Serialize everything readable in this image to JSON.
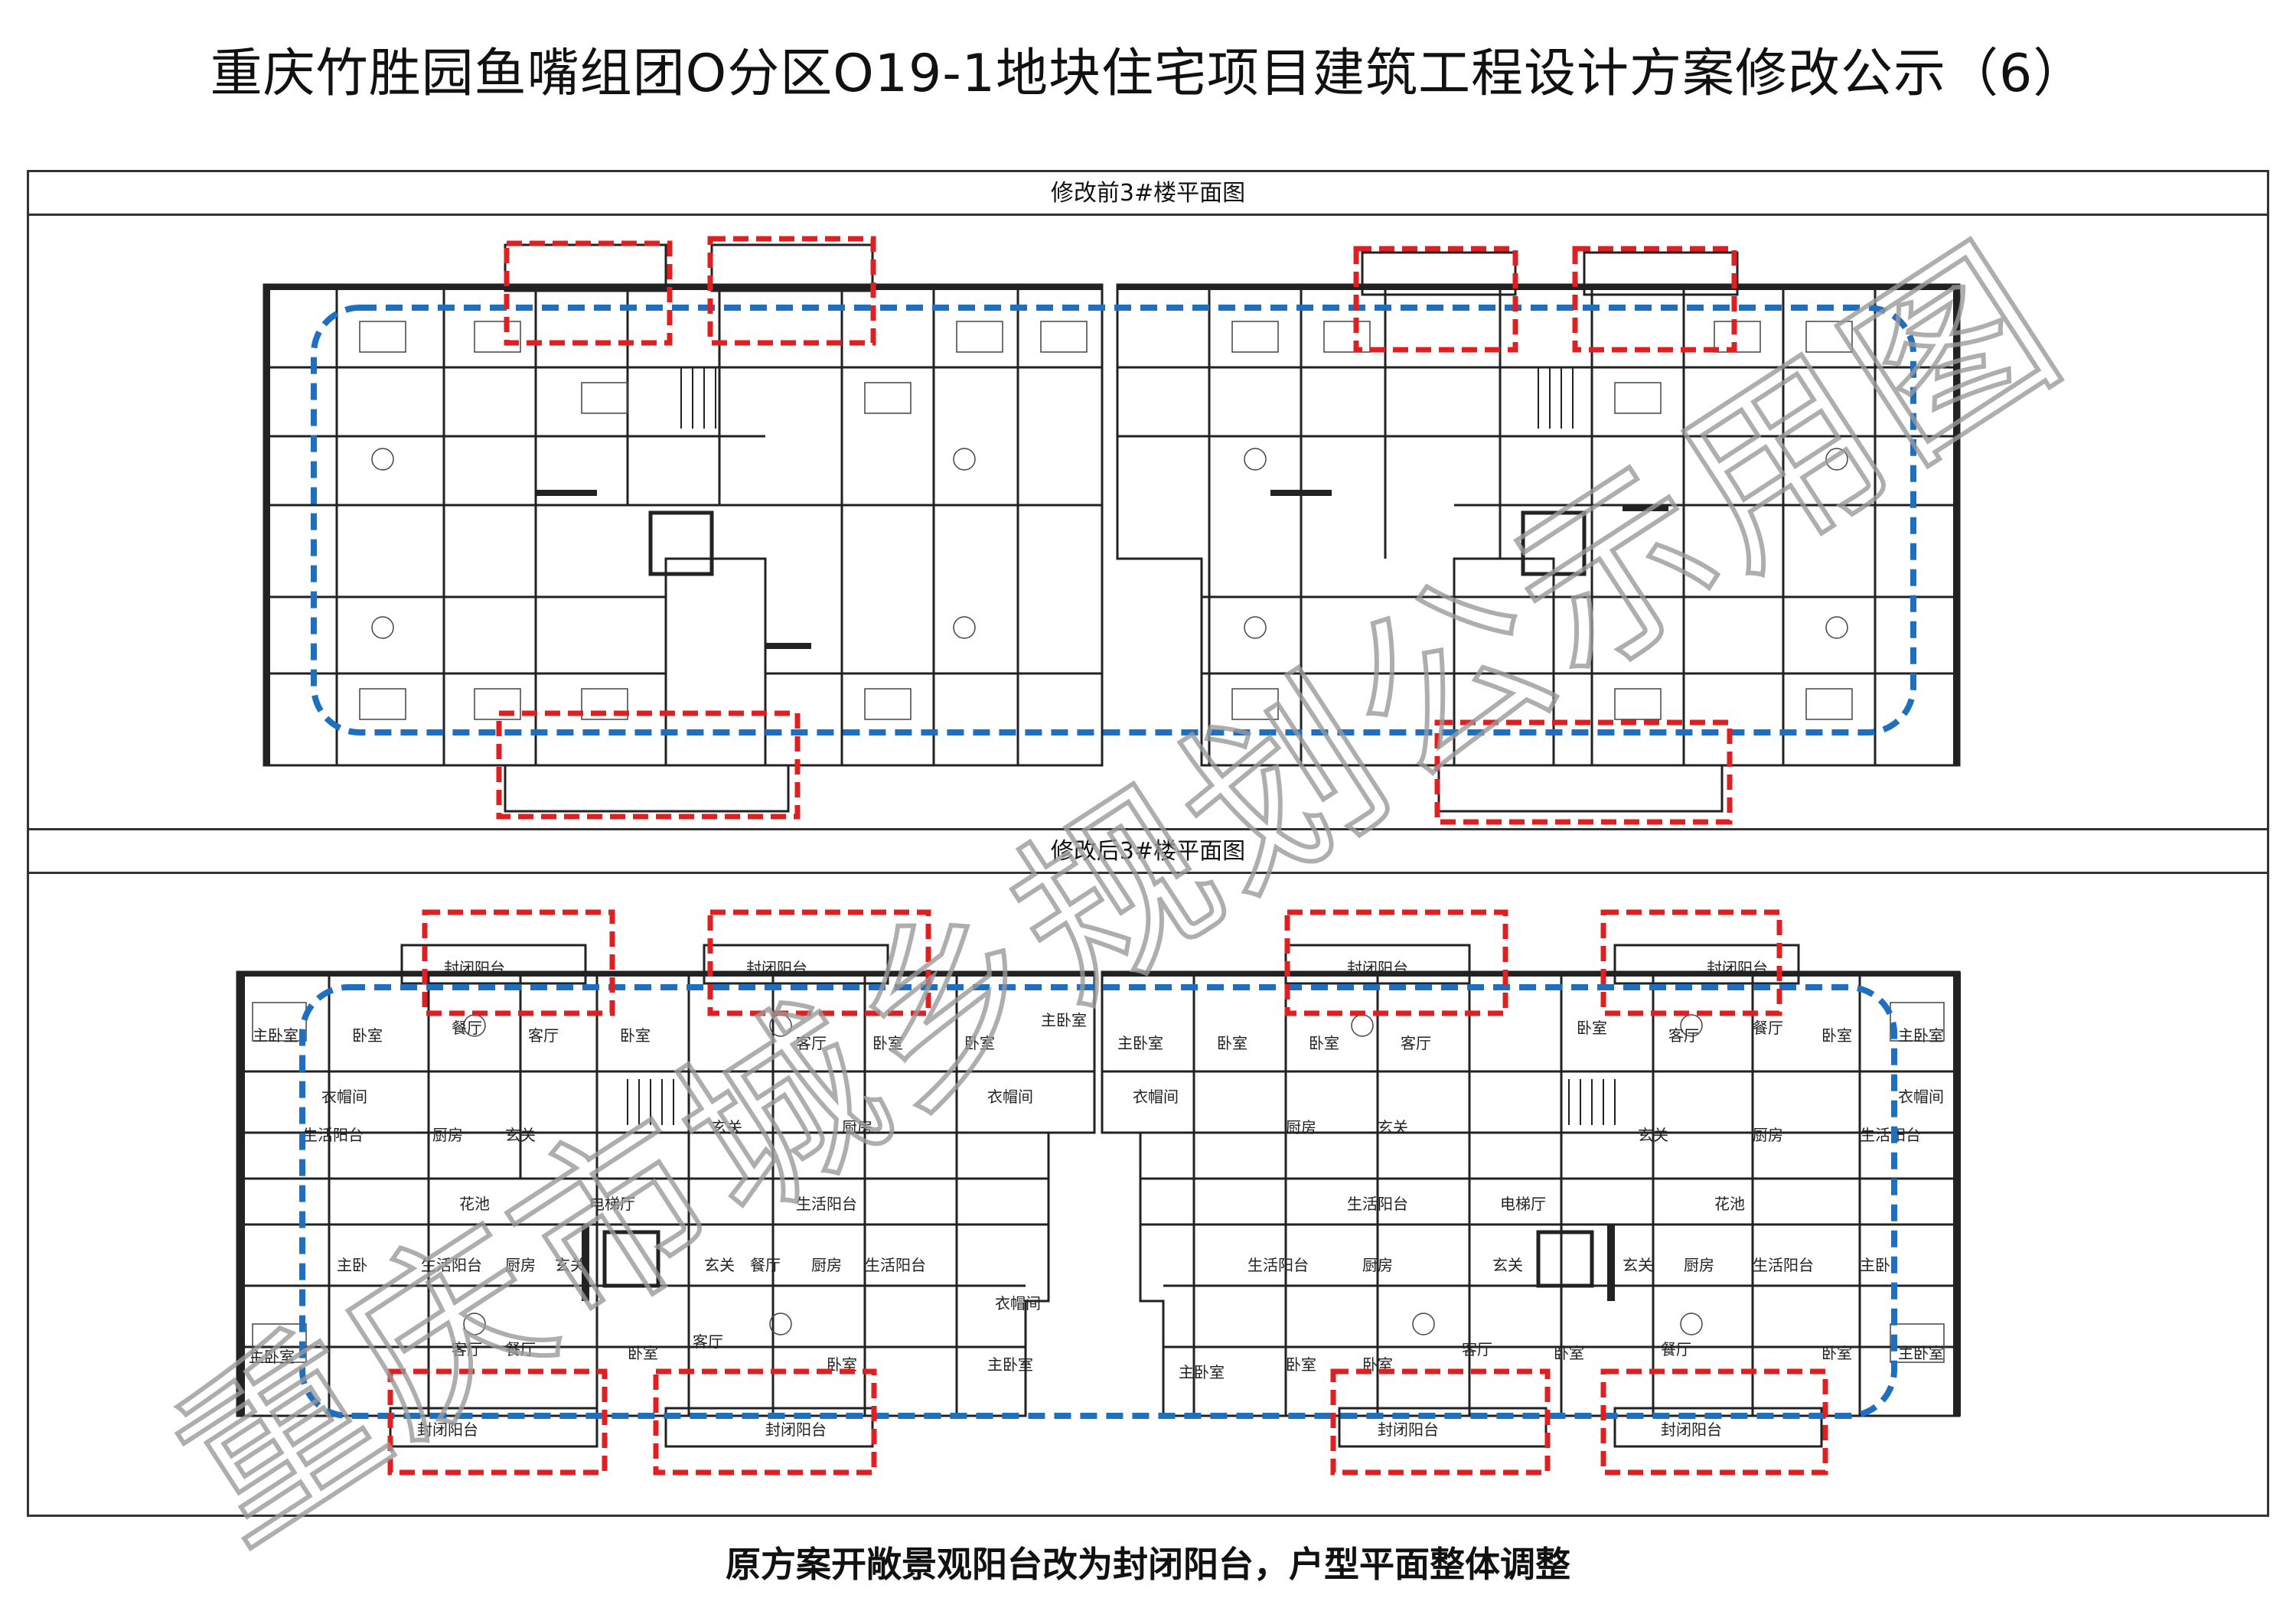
{
  "header": {
    "title": "重庆竹胜园鱼嘴组团O分区O19-1地块住宅项目建筑工程设计方案修改公示（6）"
  },
  "panels": {
    "before_title": "修改前3#楼平面图",
    "after_title": "修改后3#楼平面图"
  },
  "room_labels": {
    "master_bedroom": "主卧室",
    "bedroom": "卧室",
    "living_room": "客厅",
    "dining_room": "餐厅",
    "kitchen": "厨房",
    "entrance": "玄关",
    "closet": "衣帽间",
    "service_balcony": "生活阳台",
    "closed_balcony": "封闭阳台",
    "elevator_hall": "电梯厅",
    "flower_pool": "花池",
    "master_short": "主卧"
  },
  "caption": "原方案开敞景观阳台改为封闭阳台，户型平面整体调整",
  "watermark": {
    "text": "重庆市城乡规划公示用图"
  },
  "colors": {
    "highlight_red": "#e02020",
    "zone_blue": "#1f6fc0",
    "line": "#222222",
    "watermark": "#9a9a9a"
  }
}
